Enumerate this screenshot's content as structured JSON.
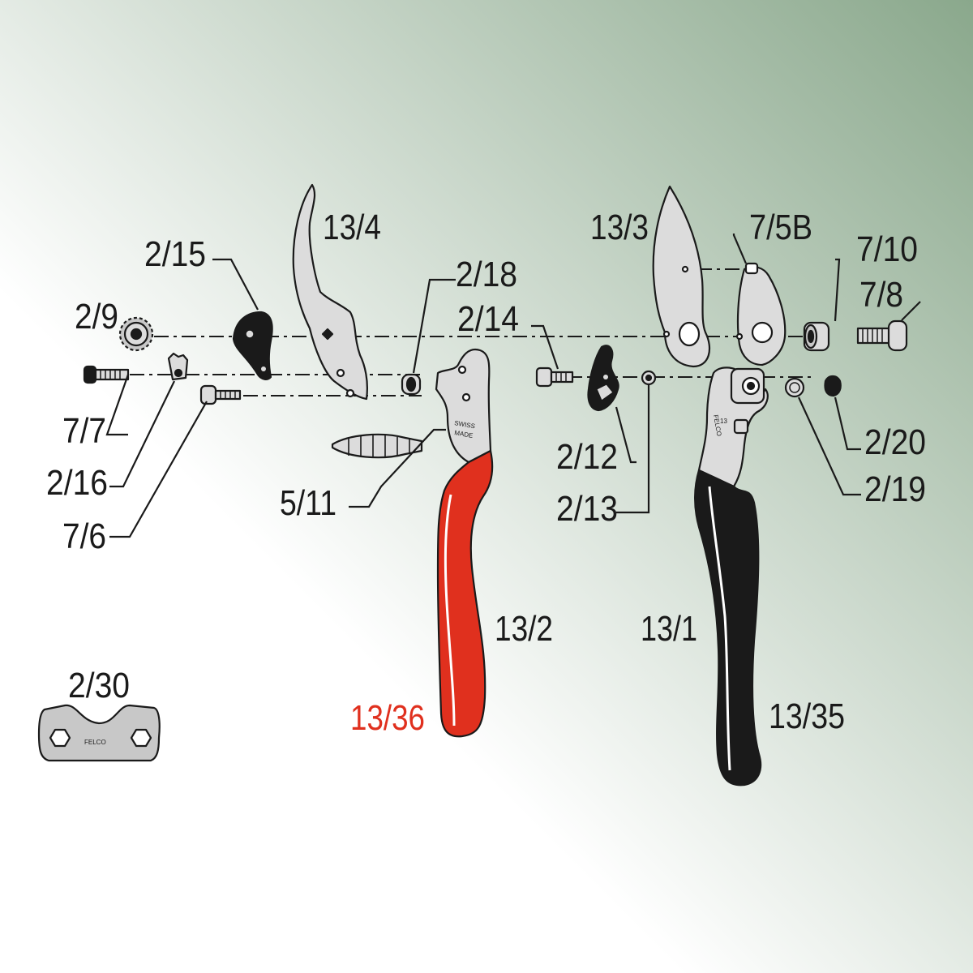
{
  "colors": {
    "background_light": "#ffffff",
    "background_tint": "#8aa88c",
    "left_handle": "#e0301e",
    "right_handle": "#1a1a1a",
    "metal": "#dcdcdc",
    "highlight_label": "#e0301e"
  },
  "labels": {
    "p13_4": "13/4",
    "p2_15": "2/15",
    "p2_9": "2/9",
    "p7_7": "7/7",
    "p2_16": "2/16",
    "p7_6": "7/6",
    "p2_18": "2/18",
    "p5_11": "5/11",
    "p13_2": "13/2",
    "p13_36": "13/36",
    "p2_14": "2/14",
    "p2_12": "2/12",
    "p2_13": "2/13",
    "p13_3": "13/3",
    "p7_5b": "7/5B",
    "p7_10": "7/10",
    "p7_8": "7/8",
    "p2_20": "2/20",
    "p2_19": "2/19",
    "p13_1": "13/1",
    "p13_35": "13/35",
    "p2_30": "2/30"
  },
  "part_markings": {
    "wrench_brand": "FELCO",
    "handle_left_text_1": "SWISS",
    "handle_left_text_2": "MADE",
    "handle_right_brand": "FELCO",
    "handle_right_model": "13"
  }
}
